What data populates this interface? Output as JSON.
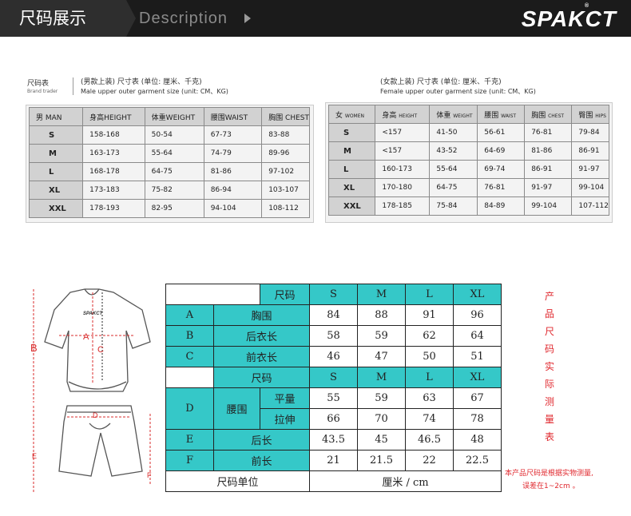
{
  "header": {
    "title_cn": "尺码展示",
    "title_en": "Description",
    "logo": "SPAKCT",
    "logo_mark": "®"
  },
  "male": {
    "caption_cn": "尺码表",
    "caption_sub": "Brand trader",
    "caption_title": "(男款上装) 尺寸表 (单位: 厘米、千克)",
    "caption_en": "Male upper outer garment size (unit: CM、KG)",
    "headers": [
      "男 MAN",
      "身高HEIGHT",
      "体重WEIGHT",
      "腰围WAIST",
      "胸围 CHEST"
    ],
    "rows": [
      {
        "size": "S",
        "height": "158-168",
        "weight": "50-54",
        "waist": "67-73",
        "chest": "83-88"
      },
      {
        "size": "M",
        "height": "163-173",
        "weight": "55-64",
        "waist": "74-79",
        "chest": "89-96"
      },
      {
        "size": "L",
        "height": "168-178",
        "weight": "64-75",
        "waist": "81-86",
        "chest": "97-102"
      },
      {
        "size": "XL",
        "height": "173-183",
        "weight": "75-82",
        "waist": "86-94",
        "chest": "103-107"
      },
      {
        "size": "XXL",
        "height": "178-193",
        "weight": "82-95",
        "waist": "94-104",
        "chest": "108-112"
      }
    ]
  },
  "female": {
    "caption_title": "(女款上装) 尺寸表 (单位: 厘米、千克)",
    "caption_en": "Female upper outer garment size (unit: CM、KG)",
    "headers": [
      {
        "cn": "女",
        "en": "WOMEN"
      },
      {
        "cn": "身高",
        "en": "HEIGHT"
      },
      {
        "cn": "体重",
        "en": "WEIGHT"
      },
      {
        "cn": "腰围",
        "en": "WAIST"
      },
      {
        "cn": "胸围",
        "en": "CHEST"
      },
      {
        "cn": "臀围",
        "en": "HIPS"
      }
    ],
    "rows": [
      {
        "size": "S",
        "height": "<157",
        "weight": "41-50",
        "waist": "56-61",
        "chest": "76-81",
        "hips": "79-84"
      },
      {
        "size": "M",
        "height": "<157",
        "weight": "43-52",
        "waist": "64-69",
        "chest": "81-86",
        "hips": "86-91"
      },
      {
        "size": "L",
        "height": "160-173",
        "weight": "55-64",
        "waist": "69-74",
        "chest": "86-91",
        "hips": "91-97"
      },
      {
        "size": "XL",
        "height": "170-180",
        "weight": "64-75",
        "waist": "76-81",
        "chest": "91-97",
        "hips": "99-104"
      },
      {
        "size": "XXL",
        "height": "178-185",
        "weight": "75-84",
        "waist": "84-89",
        "chest": "99-104",
        "hips": "107-112"
      }
    ]
  },
  "sketch": {
    "labels": {
      "A": "A",
      "B": "B",
      "C": "C",
      "D": "D",
      "E": "E",
      "F": "F"
    },
    "jersey_logo": "SPAKCT",
    "accent_color": "#d92b2b"
  },
  "measure": {
    "size_label": "尺码",
    "sizes_top": [
      "S",
      "M",
      "L",
      "XL"
    ],
    "rows_top": [
      {
        "key": "A",
        "name": "胸围",
        "values": [
          "84",
          "88",
          "91",
          "96"
        ]
      },
      {
        "key": "B",
        "name": "后衣长",
        "values": [
          "58",
          "59",
          "62",
          "64"
        ]
      },
      {
        "key": "C",
        "name": "前衣长",
        "values": [
          "46",
          "47",
          "50",
          "51"
        ]
      }
    ],
    "size_label_2": "尺码",
    "sizes_bottom": [
      "S",
      "M",
      "L",
      "XL"
    ],
    "d_key": "D",
    "d_name": "腰围",
    "d_rows": [
      {
        "sub": "平量",
        "values": [
          "55",
          "59",
          "63",
          "67"
        ]
      },
      {
        "sub": "拉伸",
        "values": [
          "66",
          "70",
          "74",
          "78"
        ]
      }
    ],
    "rows_bottom": [
      {
        "key": "E",
        "name": "后长",
        "values": [
          "43.5",
          "45",
          "46.5",
          "48"
        ]
      },
      {
        "key": "F",
        "name": "前长",
        "values": [
          "21",
          "21.5",
          "22",
          "22.5"
        ]
      }
    ],
    "unit_label": "尺码单位",
    "unit_value": "厘米 / cm",
    "cyan": "#35c8c8"
  },
  "notes": {
    "vertical": [
      "产",
      "品",
      "尺",
      "码",
      "实",
      "际",
      "测",
      "量",
      "表"
    ],
    "line1": "本产品尺码是根据实物测量,",
    "line2": "误差在1~2cm 。"
  }
}
